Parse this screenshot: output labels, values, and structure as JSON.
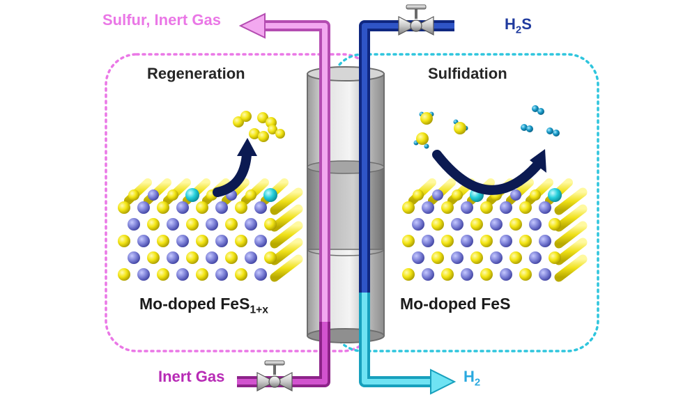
{
  "labels": {
    "sulfur_inert_gas": "Sulfur, Inert Gas",
    "h2s_prefix": "H",
    "h2s_sub": "2",
    "h2s_suffix": "S",
    "regeneration": "Regeneration",
    "sulfidation": "Sulfidation",
    "mo_doped_fes1x_main": "Mo-doped FeS",
    "mo_doped_fes1x_sub": "1+x",
    "mo_doped_fes": "Mo-doped FeS",
    "inert_gas": "Inert Gas",
    "h2_prefix": "H",
    "h2_sub": "2"
  },
  "colors": {
    "regeneration_loop": "#ea77e6",
    "sulfidation_loop": "#2ec5dd",
    "inert_gas_pipe": "#c23fc0",
    "sulfur_outlet_pipe": "#ee90ea",
    "h2s_pipe": "#1c3aa3",
    "h2_pipe": "#31c9e2",
    "sulfur_atom": "#f3e514",
    "iron_atom": "#7b7fd6",
    "molybdenum_atom": "#27d0dc",
    "hydrogen_atom": "#1799c7",
    "reaction_arrow": "#0b1a52"
  }
}
